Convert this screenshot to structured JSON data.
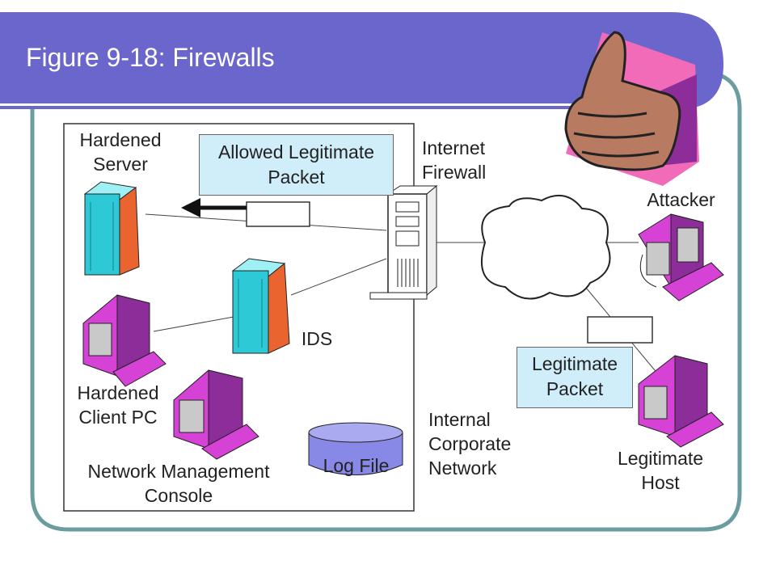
{
  "slide": {
    "title": "Figure 9-18: Firewalls",
    "colors": {
      "banner": "#6b66cc",
      "frame": "#6a9ca0",
      "callout_fill": "#cfeefa",
      "server_cyan": "#2ec9d6",
      "pc_magenta": "#d642d6",
      "log_file": "#8888e6"
    }
  },
  "diagram": {
    "labels": {
      "hardened_server": [
        "Hardened",
        "Server"
      ],
      "allowed_packet": [
        "Allowed Legitimate",
        "Packet"
      ],
      "internet_firewall": [
        "Internet",
        "Firewall"
      ],
      "attacker": "Attacker",
      "ids": "IDS",
      "legitimate_packet": [
        "Legitimate",
        "Packet"
      ],
      "hardened_client": [
        "Hardened",
        "Client PC"
      ],
      "internal_network": [
        "Internal",
        "Corporate",
        "Network"
      ],
      "legitimate_host": [
        "Legitimate",
        "Host"
      ],
      "log_file": "Log File",
      "nmc": [
        "Network Management",
        "Console"
      ]
    },
    "icons": [
      "thumbs-up-clipart",
      "server-icon",
      "ids-server-icon",
      "firewall-server-icon",
      "internet-cloud-icon",
      "attacker-computer-icon",
      "legitimate-host-computer-icon",
      "client-pc-icon",
      "management-console-computer-icon",
      "log-file-cylinder-icon",
      "arrow-left-icon",
      "packet-box"
    ]
  }
}
